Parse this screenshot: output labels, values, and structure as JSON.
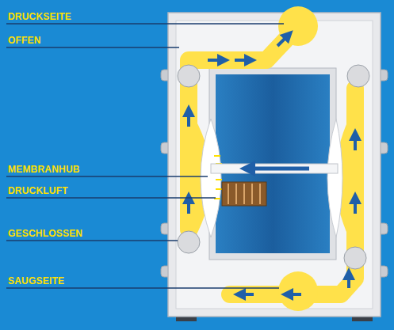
{
  "diagram": {
    "labels": [
      "DRUCKSEITE",
      "OFFEN",
      "MEMBRANHUB",
      "DRUCKLUFT",
      "GESCHLOSSEN",
      "SAUGSEITE"
    ]
  }
}
